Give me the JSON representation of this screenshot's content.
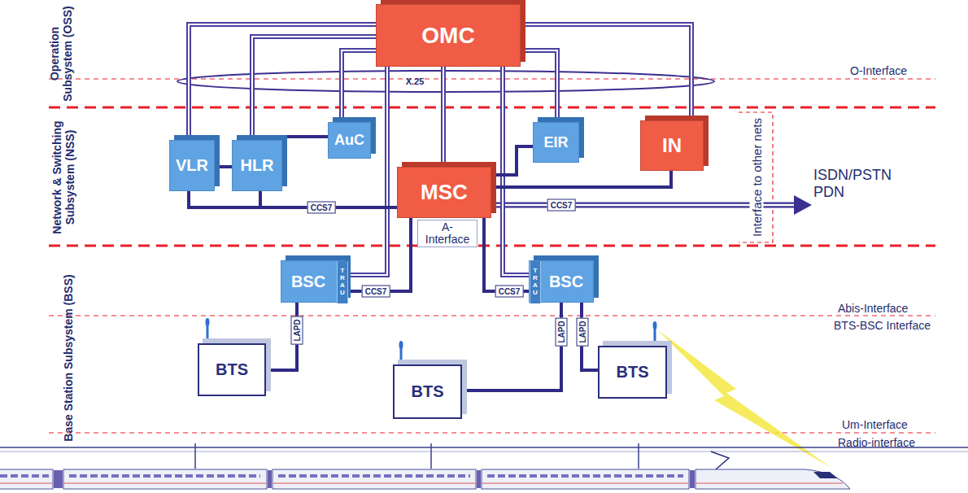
{
  "diagram": {
    "nodes": [
      {
        "text": [
          "OMC"
        ]
      },
      {
        "text": [
          "VLR"
        ]
      },
      {
        "text": [
          "HLR"
        ]
      },
      {
        "text": [
          "AuC"
        ]
      },
      {
        "text": [
          "EIR"
        ]
      },
      {
        "text": [
          "IN"
        ]
      },
      {
        "text": [
          "MSC"
        ]
      },
      {
        "text": [
          "BSC"
        ]
      },
      {
        "text": [
          "TRAU"
        ],
        "in": 7
      },
      {
        "text": [
          "BSC"
        ]
      },
      {
        "text": [
          "TRAU"
        ],
        "in": 9
      },
      {
        "text": [
          "BTS"
        ]
      },
      {
        "text": [
          "BTS"
        ]
      },
      {
        "text": [
          "BTS"
        ]
      }
    ],
    "edges": [
      {
        "from": 0,
        "to": 1,
        "arrow": "none"
      },
      {
        "from": 0,
        "to": 2,
        "arrow": "none"
      },
      {
        "from": 0,
        "to": 3,
        "arrow": "none"
      },
      {
        "from": 0,
        "to": 6,
        "arrow": "none"
      },
      {
        "from": 0,
        "to": 7,
        "arrow": "none"
      },
      {
        "from": 0,
        "to": 9,
        "arrow": "none"
      },
      {
        "from": 0,
        "to": 4,
        "arrow": "none"
      },
      {
        "from": 0,
        "to": 5,
        "arrow": "none"
      },
      {
        "from": 1,
        "to": 2,
        "arrow": "none"
      },
      {
        "from": 2,
        "to": 3,
        "arrow": "none"
      },
      {
        "from": 1,
        "to": 6,
        "arrow": "none",
        "label": "CCS7"
      },
      {
        "from": 2,
        "to": 6,
        "arrow": "none"
      },
      {
        "from": 6,
        "to": 4,
        "arrow": "none"
      },
      {
        "from": 6,
        "to": 5,
        "arrow": "none"
      },
      {
        "from": 6,
        "to": 7,
        "arrow": "none",
        "label": "CCS7"
      },
      {
        "from": 6,
        "to": 9,
        "arrow": "none",
        "label": "CCS7"
      },
      {
        "from": 7,
        "to": 11,
        "arrow": "none",
        "label": "LAPD"
      },
      {
        "from": 9,
        "to": 12,
        "arrow": "none",
        "label": "LAPD"
      },
      {
        "from": 9,
        "to": 13,
        "arrow": "none",
        "label": "LAPD"
      }
    ],
    "labels": [
      "Operation Subsystem (OSS)",
      "Network & Switching Subsystem (NSS)",
      "Base Station Subsystem (BSS)",
      "X.25",
      "O-Interface",
      "Interface to other nets",
      "CCS7",
      "ISDN/PSTN PDN",
      "A- Interface",
      "Abis-Interface",
      "BTS-BSC Interface",
      "Um-Interface",
      "Radio-interface"
    ]
  }
}
